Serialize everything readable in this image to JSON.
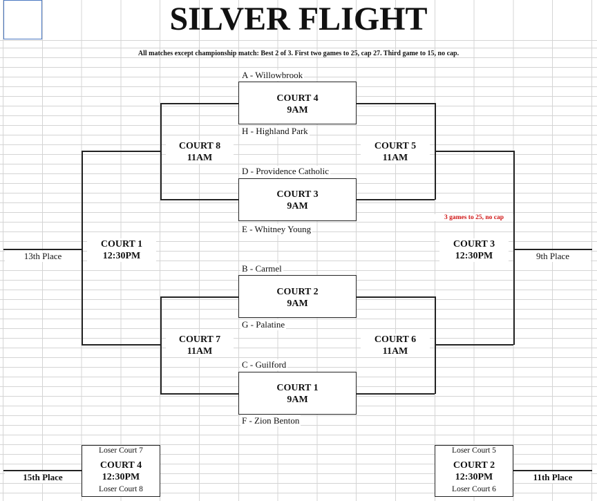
{
  "title": "SILVER FLIGHT",
  "subtitle": "All matches except championship match:  Best 2 of 3.  First two games to 25, cap 27.  Third game to 15, no cap.",
  "first_round": [
    {
      "court": "COURT 4",
      "time": "9AM",
      "top": "A - Willowbrook",
      "bottom": "H - Highland Park"
    },
    {
      "court": "COURT 3",
      "time": "9AM",
      "top": "D - Providence Catholic",
      "bottom": "E - Whitney Young"
    },
    {
      "court": "COURT 2",
      "time": "9AM",
      "top": "B - Carmel",
      "bottom": "G - Palatine"
    },
    {
      "court": "COURT 1",
      "time": "9AM",
      "top": "C - Guilford",
      "bottom": "F - Zion Benton"
    }
  ],
  "second_round": {
    "court8": {
      "court": "COURT 8",
      "time": "11AM"
    },
    "court5": {
      "court": "COURT 5",
      "time": "11AM"
    },
    "court7": {
      "court": "COURT 7",
      "time": "11AM"
    },
    "court6": {
      "court": "COURT 6",
      "time": "11AM"
    }
  },
  "third_round": {
    "left": {
      "court": "COURT 1",
      "time": "12:30PM",
      "place": "13th Place"
    },
    "right": {
      "court": "COURT 3",
      "time": "12:30PM",
      "place": "9th Place",
      "note": "3 games to 25, no cap"
    }
  },
  "consolation": {
    "left": {
      "top": "Loser Court 7",
      "court": "COURT 4",
      "time": "12:30PM",
      "bottom": "Loser Court 8",
      "place": "15th Place"
    },
    "right": {
      "top": "Loser Court 5",
      "court": "COURT 2",
      "time": "12:30PM",
      "bottom": "Loser Court 6",
      "place": "11th Place"
    }
  },
  "colors": {
    "note": "#d01515",
    "selection": "#4a78c2"
  }
}
